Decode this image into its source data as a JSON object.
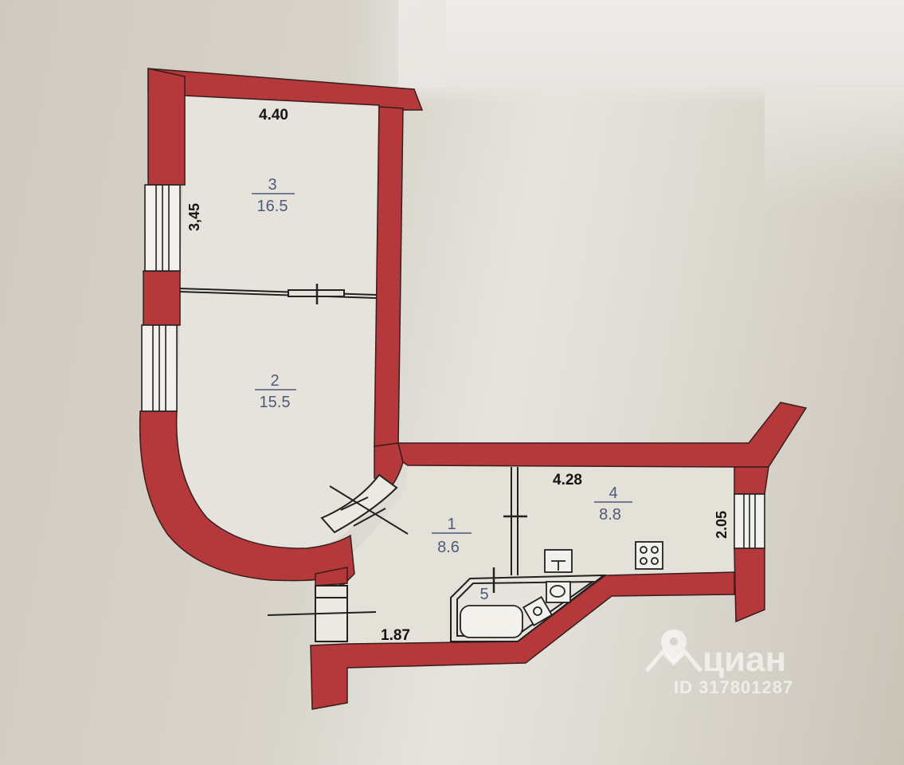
{
  "rooms": [
    {
      "number": "3",
      "area": "16.5"
    },
    {
      "number": "2",
      "area": "15.5"
    },
    {
      "number": "1",
      "area": "8.6"
    },
    {
      "number": "4",
      "area": "8.8"
    },
    {
      "number": "5",
      "area": ""
    }
  ],
  "dimensions": {
    "room3_top_width": "4.40",
    "room3_left_height": "3,45",
    "kitchen_width": "4.28",
    "kitchen_height": "2.05",
    "hall_bottom_width": "1.87"
  },
  "watermark": {
    "brand": "циан",
    "listing_id": "ID 317801287",
    "icon": "map-pin-icon"
  },
  "colors": {
    "wall": "#b5393a",
    "wall_edge": "#3a1c1c",
    "room_fill": "#e7e4dd",
    "label": "#4d5a78"
  }
}
